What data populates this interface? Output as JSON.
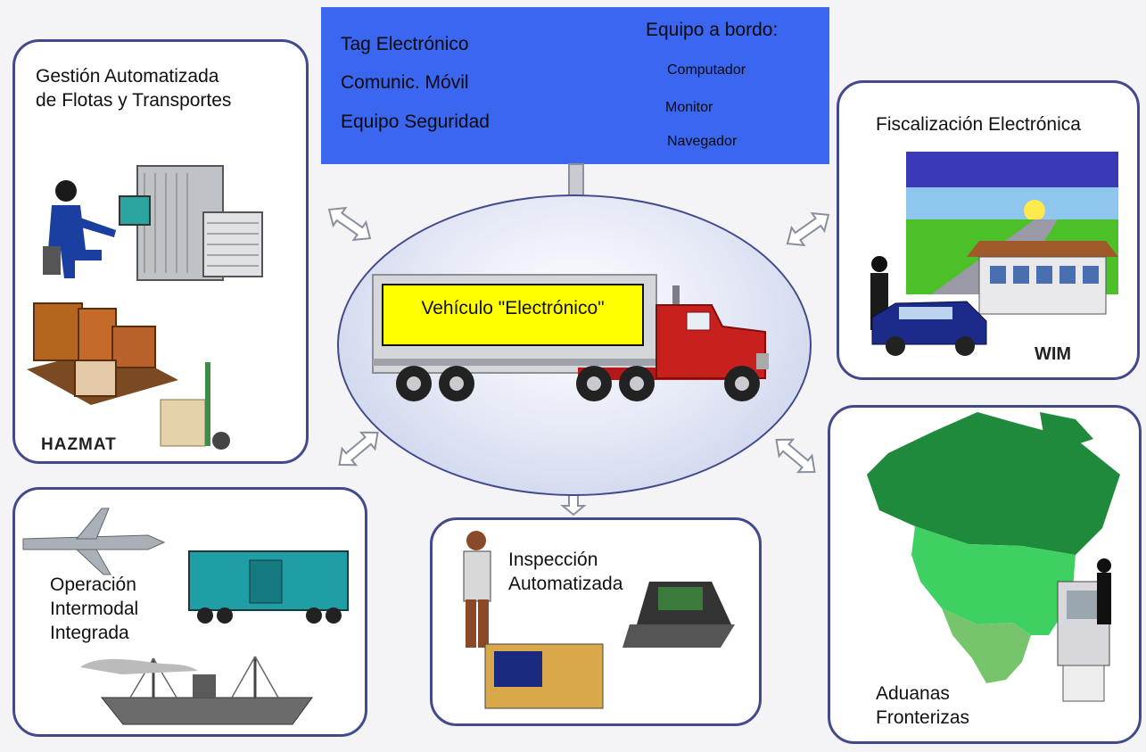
{
  "top_box": {
    "left_items": [
      "Tag Electrónico",
      "Comunic. Móvil",
      "Equipo Seguridad"
    ],
    "right_title": "Equipo a bordo:",
    "right_items": [
      "Computador",
      "Monitor",
      "Navegador"
    ],
    "color": "#3a66f0"
  },
  "center": {
    "vehicle_label": "Vehículo \"Electrónico\"",
    "label_color": "#ffff00"
  },
  "panels": {
    "fleet": {
      "title": "Gestión Automatizada\nde Flotas y Transportes",
      "badge": "HAZMAT"
    },
    "enforcement": {
      "title": "Fiscalización Electrónica",
      "badge": "WIM"
    },
    "customs": {
      "title": "Aduanas\nFronterizas"
    },
    "inspection": {
      "title": "Inspección\nAutomatizada"
    },
    "intermodal": {
      "title": "Operación\nIntermodal\nIntegrada"
    }
  },
  "colors": {
    "panel_border": "#434a8c",
    "truck_red": "#c8201c",
    "map_green": "#1f8a3b"
  }
}
